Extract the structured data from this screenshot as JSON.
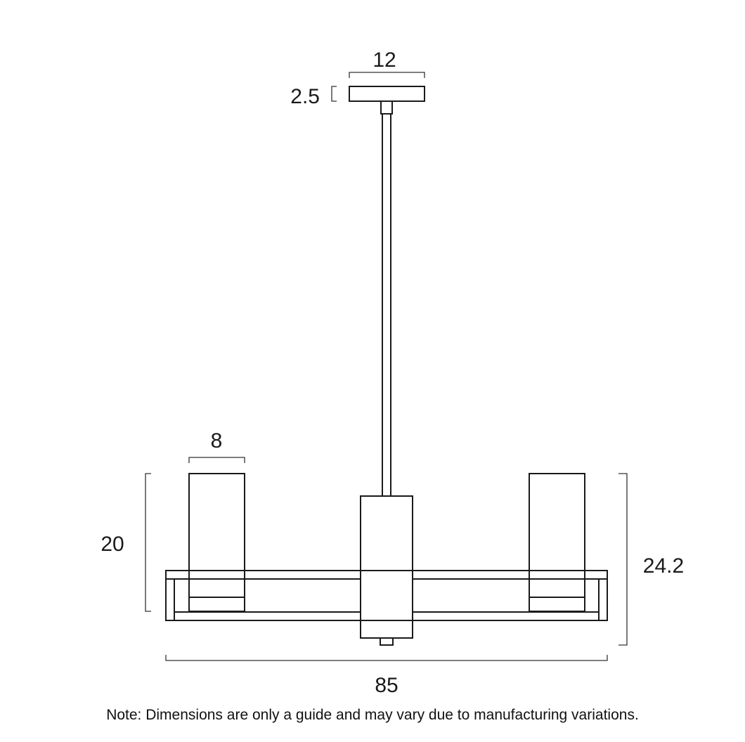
{
  "dimensions": {
    "canopy_width": "12",
    "canopy_height": "2.5",
    "shade_width": "8",
    "shade_height": "20",
    "total_height": "24.2",
    "total_width": "85"
  },
  "note": "Note: Dimensions are only a guide and may vary due to manufacturing variations."
}
